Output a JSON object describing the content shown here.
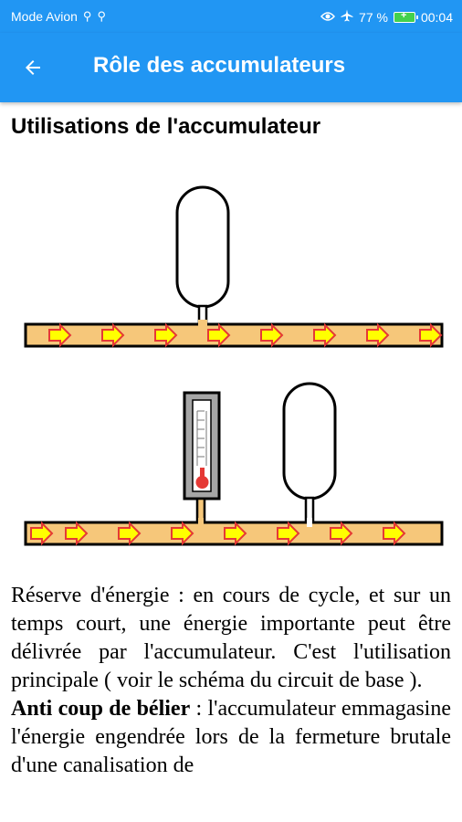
{
  "status_bar": {
    "left_text": "Mode Avion",
    "usb_icons": [
      "usb-icon",
      "usb-icon"
    ],
    "right_icons": [
      "eye-icon",
      "airplane-icon"
    ],
    "battery_text": "77 %",
    "time": "00:04"
  },
  "app_bar": {
    "back_icon": "arrow-left-icon",
    "title": "Rôle des accumulateurs"
  },
  "section": {
    "title": "Utilisations de l'accumulateur"
  },
  "diagram": {
    "colors": {
      "pipe_fill": "#F6C77A",
      "arrow_fill": "#FFFF00",
      "arrow_stroke": "#E53935",
      "gauge_fill": "#A6A6A6",
      "thermo_bulb": "#E53935"
    }
  },
  "text": {
    "p1": "Réserve d'énergie : en cours de cycle, et sur un temps court, une énergie importante peut être délivrée par l'accumulateur. C'est l'utilisation principale ( voir le schéma du circuit de base ).",
    "p2_term": "Anti coup de bélier",
    "p2_rest": " : l'accumulateur emmagasine l'énergie engendrée lors de la fermeture brutale d'une canalisation de"
  }
}
